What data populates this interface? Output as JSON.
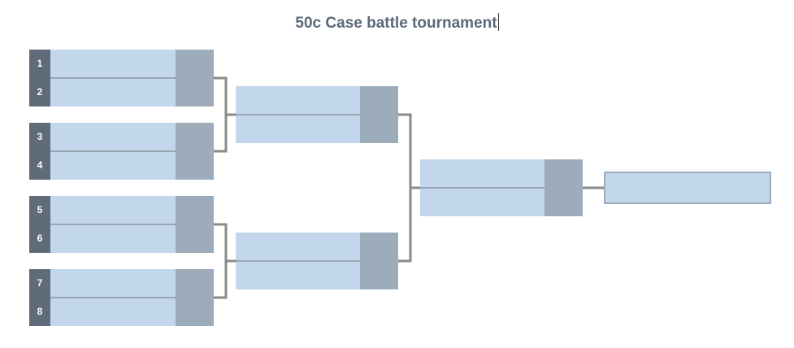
{
  "title": "50c Case battle tournament",
  "seeds": [
    "1",
    "2",
    "3",
    "4",
    "5",
    "6",
    "7",
    "8"
  ],
  "colors": {
    "title": "#5a6878",
    "seed_column": "#5f6b78",
    "slot": "#c2d6ec",
    "score": "#9dacba",
    "connector": "#8a8a8a"
  }
}
